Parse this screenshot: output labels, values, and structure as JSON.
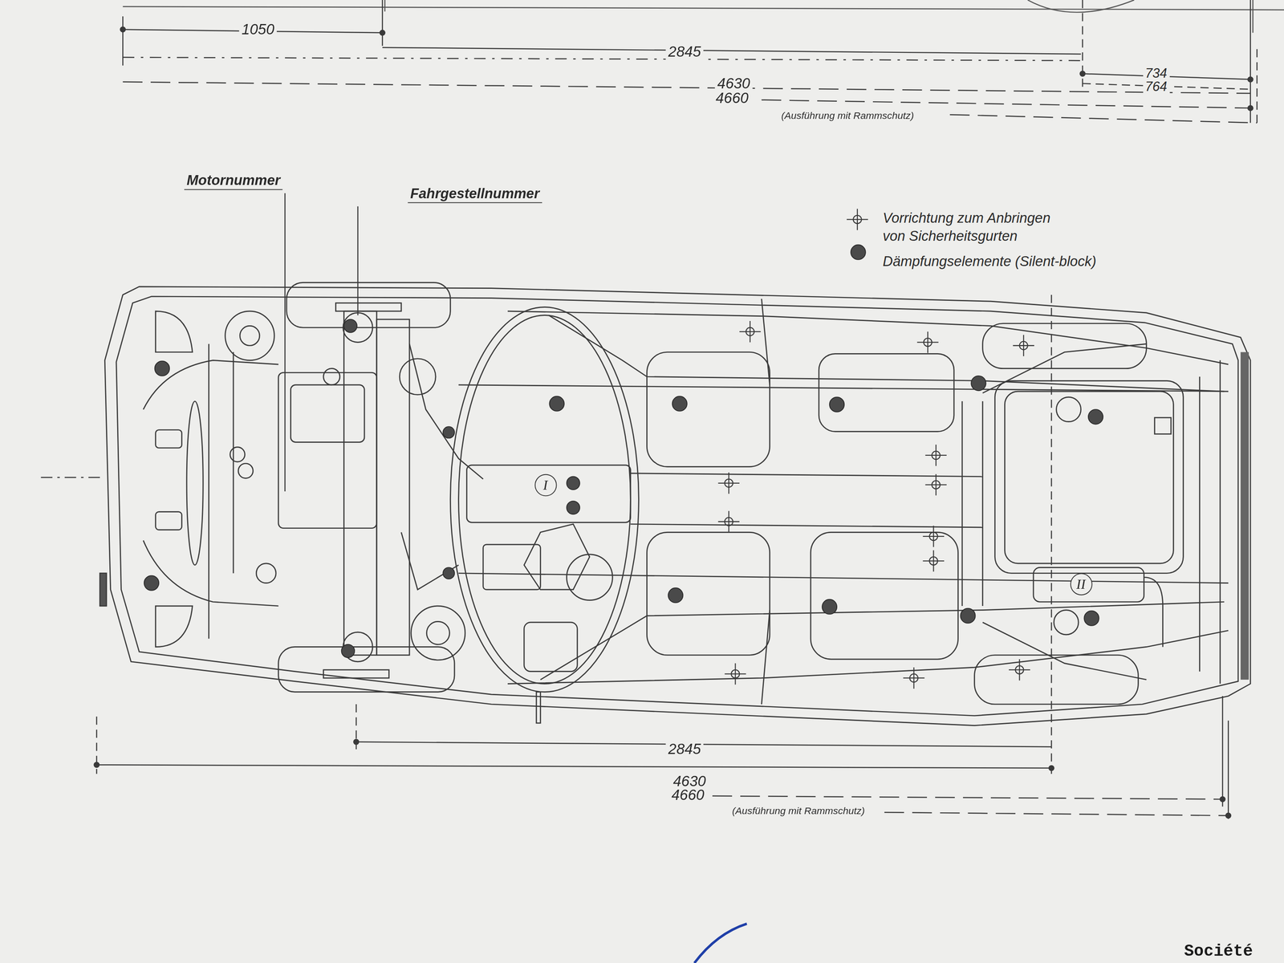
{
  "diagram": {
    "nodes": [
      {
        "text": [
          "I"
        ]
      },
      {
        "text": [
          "II"
        ]
      }
    ],
    "labels": [
      "1050",
      "2845",
      "4630",
      "4660",
      "(Ausführung mit Rammschutz)",
      "734",
      "764",
      "Motornummer",
      "Fahrgestellnummer",
      "2845",
      "4630",
      "4660",
      "(Ausführung mit Rammschutz)",
      "Société"
    ],
    "legend": [
      {
        "text": "Vorrichtung zum Anbringen von Sicherheitsgurten"
      },
      {
        "text": "Dämpfungselemente (Silent-block)"
      }
    ]
  }
}
